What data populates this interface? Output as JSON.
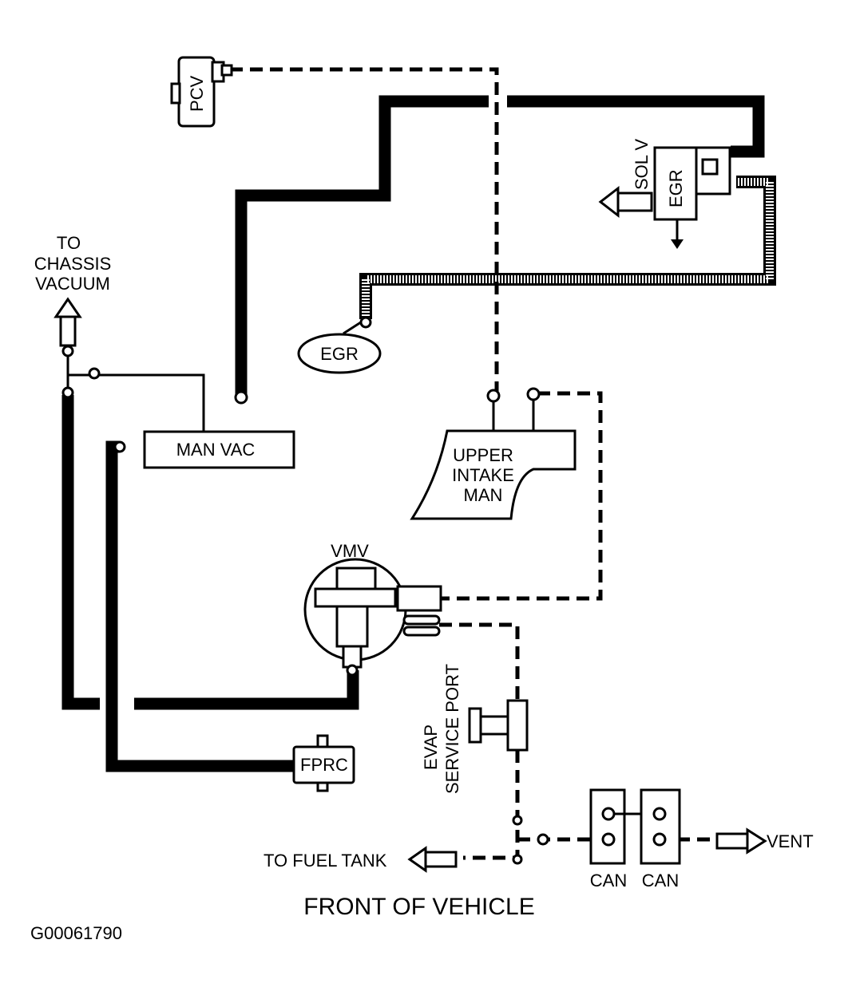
{
  "labels": {
    "pcv": "PCV",
    "sol_v": "SOL V",
    "egr_valve": "EGR",
    "to_chassis_vacuum": [
      "TO",
      "CHASSIS",
      "VACUUM"
    ],
    "egr_sensor": "EGR",
    "man_vac": "MAN VAC",
    "upper_intake_man": [
      "UPPER",
      "INTAKE",
      "MAN"
    ],
    "vmv": "VMV",
    "evap_service_port": [
      "EVAP",
      "SERVICE PORT"
    ],
    "fprc": "FPRC",
    "to_fuel_tank": "TO FUEL TANK",
    "can_1": "CAN",
    "can_2": "CAN",
    "vent": "VENT",
    "footer_title": "FRONT OF VEHICLE",
    "figure_code": "G00061790"
  }
}
